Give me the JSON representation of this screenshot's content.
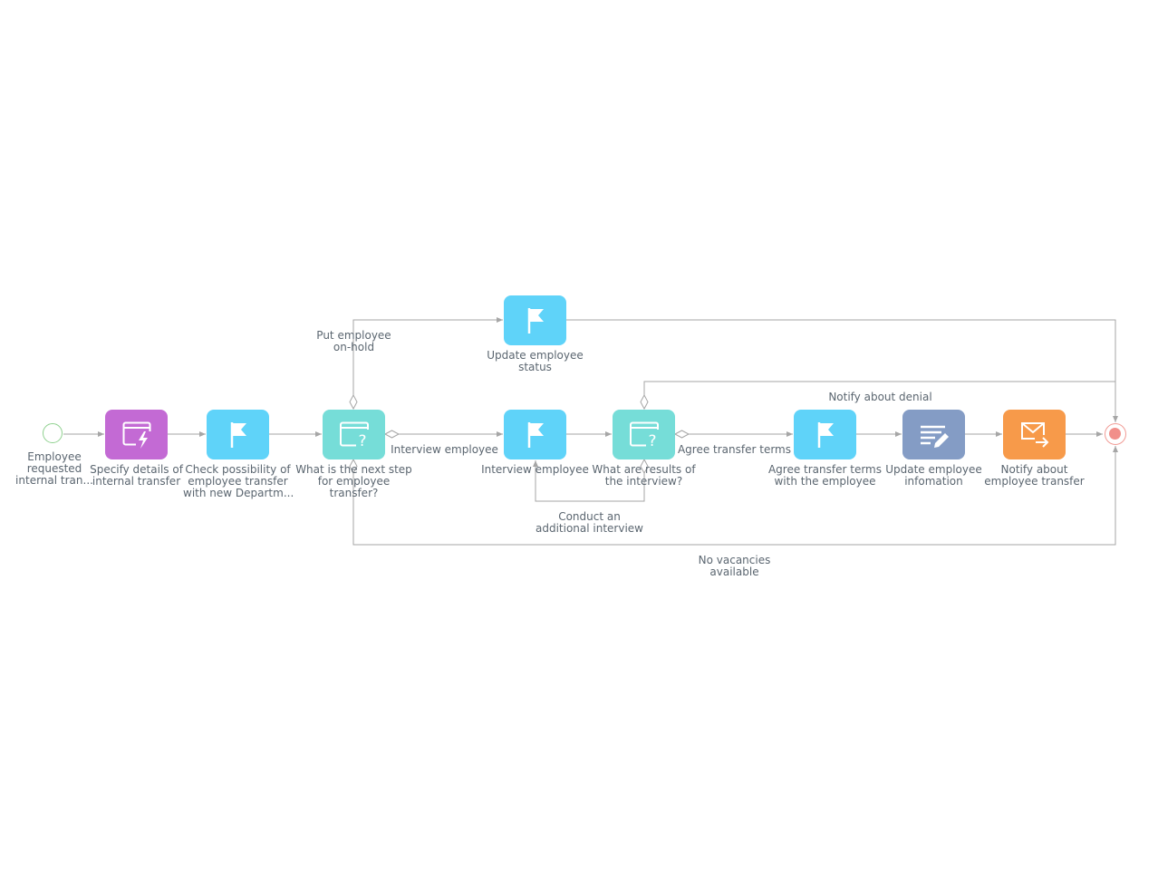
{
  "colors": {
    "flag_task": "#5fd3f9",
    "gateway": "#76ddd8",
    "auto_task": "#c36ad4",
    "edit_task": "#849cc5",
    "email_task": "#f79a4a",
    "start_border": "#8fd18f",
    "end_fill": "#f18f8a",
    "connector": "#a6a6a6",
    "label_text": "#5b6670"
  },
  "events": {
    "start": {
      "icon": "start-event-circle",
      "label": [
        "Employee",
        "requested",
        "internal tran..."
      ]
    },
    "end": {
      "icon": "end-event-circle"
    }
  },
  "nodes": {
    "specify_details": {
      "icon": "window-lightning-icon",
      "label": [
        "Specify details of",
        "internal transfer"
      ]
    },
    "check_possibility": {
      "icon": "flag-icon",
      "label": [
        "Check possibility of",
        "employee transfer",
        "with new Departm..."
      ]
    },
    "next_step_gateway": {
      "icon": "window-question-icon",
      "label": [
        "What is the next step",
        "for employee",
        "transfer?"
      ]
    },
    "update_status": {
      "icon": "flag-icon",
      "label": [
        "Update employee",
        "status"
      ]
    },
    "interview_employee": {
      "icon": "flag-icon",
      "label": [
        "Interview employee"
      ]
    },
    "results_gateway": {
      "icon": "window-question-icon",
      "label": [
        "What are results of",
        "the interview?"
      ]
    },
    "agree_terms": {
      "icon": "flag-icon",
      "label": [
        "Agree transfer terms",
        "with the employee"
      ]
    },
    "update_info": {
      "icon": "edit-list-icon",
      "label": [
        "Update employee",
        "infomation"
      ]
    },
    "notify_transfer": {
      "icon": "envelope-arrow-icon",
      "label": [
        "Notify about",
        "employee transfer"
      ]
    }
  },
  "flow_labels": {
    "put_on_hold": [
      "Put employee",
      "on-hold"
    ],
    "interview": "Interview employee",
    "agree_terms": "Agree transfer terms",
    "notify_denial": "Notify about denial",
    "additional_interview": [
      "Conduct an",
      "additional interview"
    ],
    "no_vacancies": [
      "No vacancies",
      "available"
    ]
  }
}
